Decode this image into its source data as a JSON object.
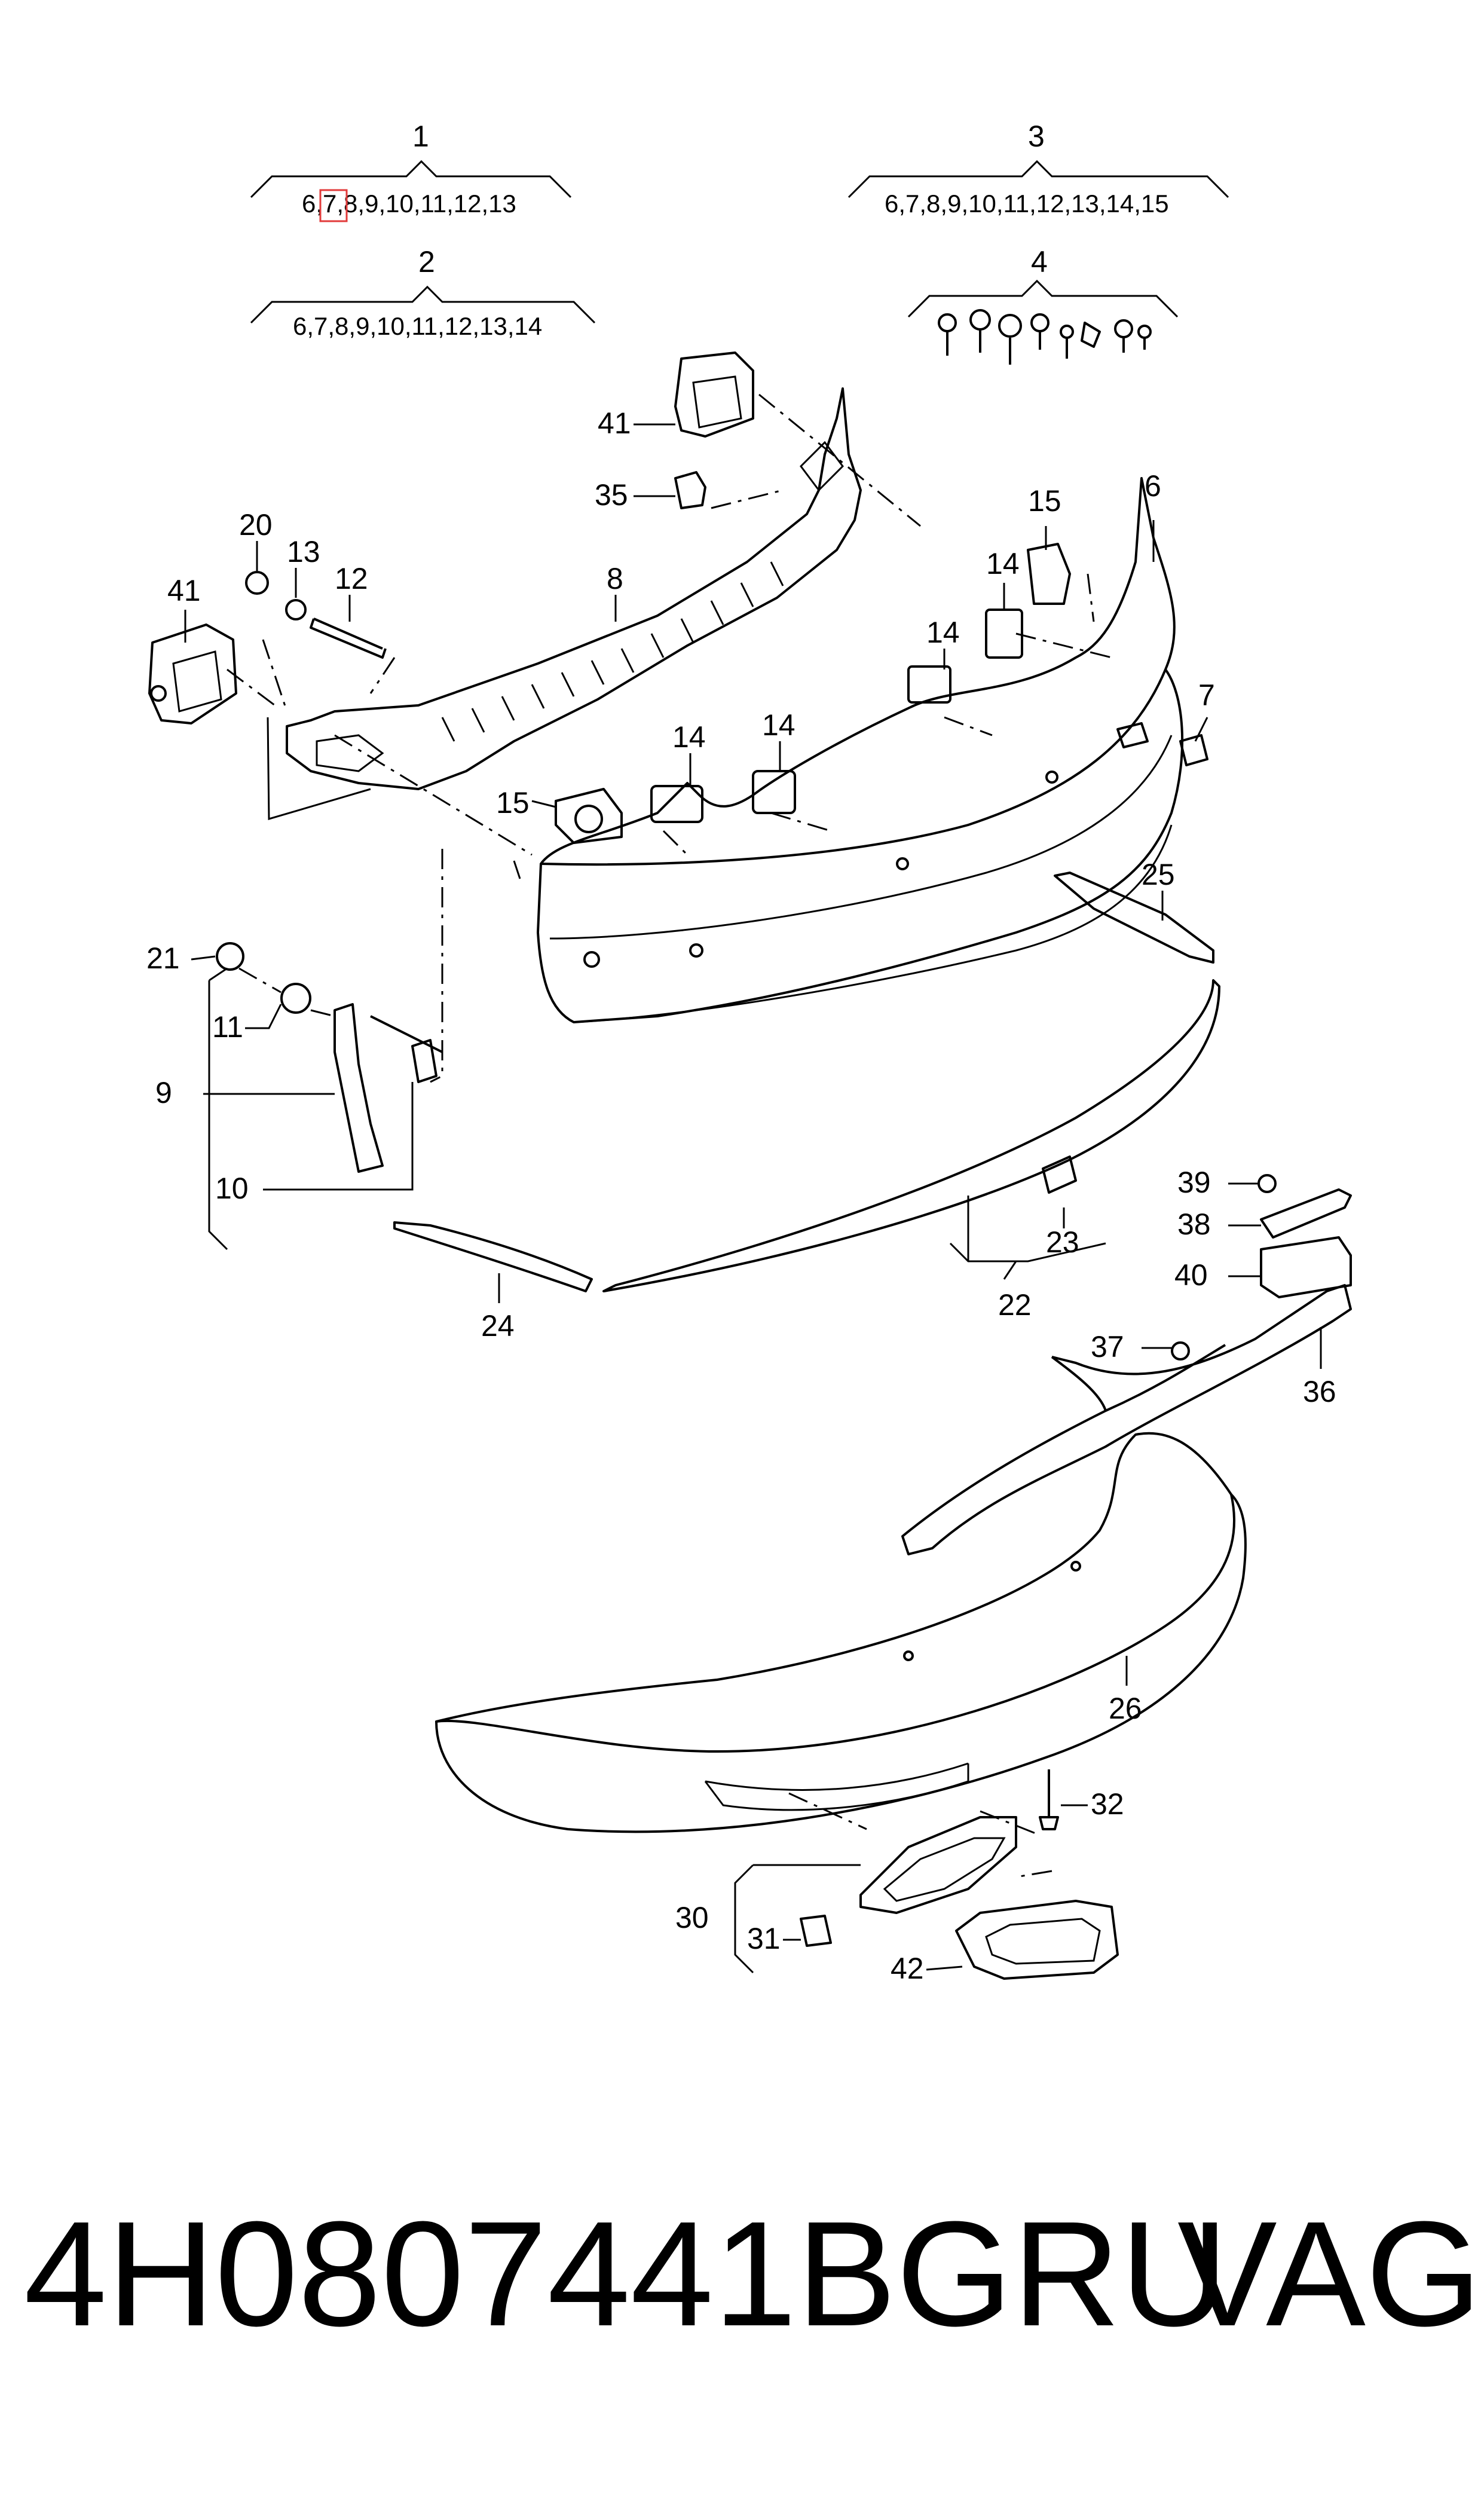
{
  "diagram": {
    "groups": [
      {
        "id": "1",
        "members": "6,7,8,9,10,11,12,13",
        "highlighted_member": "7"
      },
      {
        "id": "2",
        "members": "6,7,8,9,10,11,12,13,14"
      },
      {
        "id": "3",
        "members": "6,7,8,9,10,11,12,13,14,15"
      },
      {
        "id": "4",
        "members": ""
      }
    ],
    "callouts": [
      "41",
      "35",
      "8",
      "6",
      "15",
      "14",
      "14",
      "20",
      "13",
      "12",
      "41",
      "7",
      "14",
      "14",
      "15",
      "25",
      "21",
      "11",
      "9",
      "10",
      "39",
      "38",
      "40",
      "23",
      "22",
      "24",
      "37",
      "36",
      "26",
      "32",
      "30",
      "31",
      "42"
    ]
  },
  "footer": {
    "part_number": "4H0807441BGRU",
    "brand": "VAG"
  }
}
